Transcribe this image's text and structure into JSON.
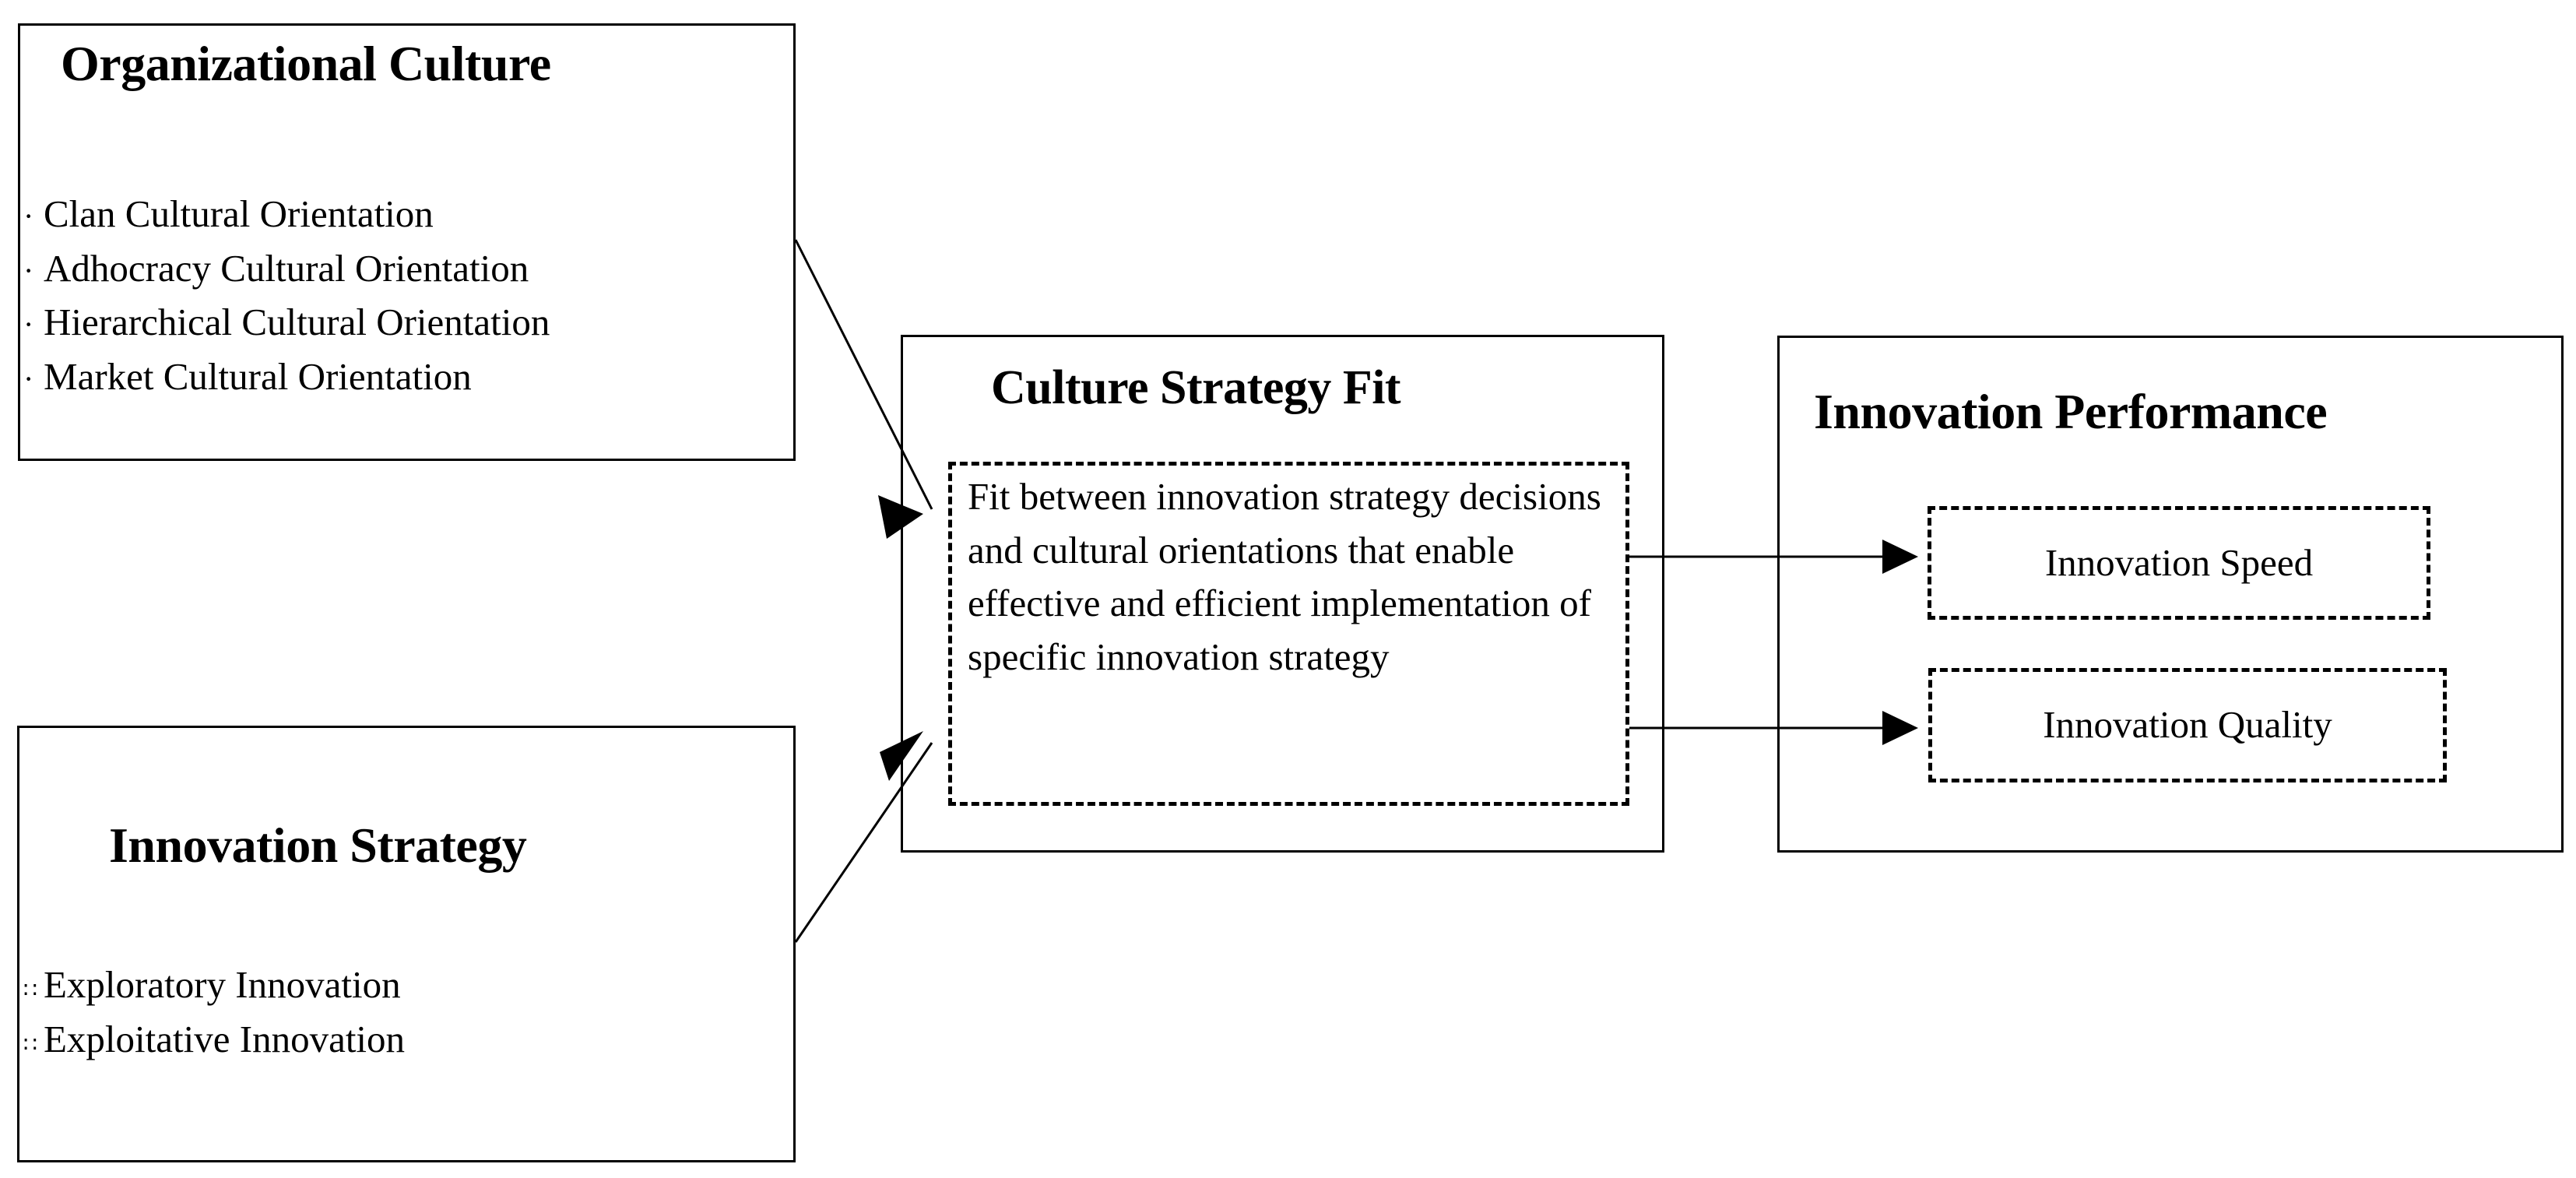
{
  "diagram": {
    "title_visible": false,
    "line_color": "#000000",
    "background": "#ffffff"
  },
  "nodes": {
    "organizational_culture": {
      "title": "Organizational Culture",
      "bullet_char": "·",
      "items": [
        "Clan Cultural Orientation",
        "Adhocracy Cultural Orientation",
        "Hierarchical Cultural Orientation",
        "Market Cultural Orientation"
      ]
    },
    "innovation_strategy": {
      "title": "Innovation Strategy",
      "bullet_char": "∷",
      "items": [
        "Exploratory Innovation",
        "Exploitative Innovation"
      ]
    },
    "culture_strategy_fit": {
      "title": "Culture Strategy Fit",
      "description": "Fit between innovation strategy decisions and cultural orientations that enable effective and efficient implementation of specific innovation strategy"
    },
    "innovation_performance": {
      "title": "Innovation Performance",
      "outcomes": [
        "Innovation Speed",
        "Innovation Quality"
      ]
    }
  },
  "connections": [
    {
      "from": "organizational_culture",
      "to": "culture_strategy_fit",
      "style": "arrow-diagonal-down"
    },
    {
      "from": "innovation_strategy",
      "to": "culture_strategy_fit",
      "style": "arrow-diagonal-up"
    },
    {
      "from": "culture_strategy_fit",
      "to": "innovation_speed",
      "style": "arrow-horizontal"
    },
    {
      "from": "culture_strategy_fit",
      "to": "innovation_quality",
      "style": "arrow-horizontal"
    }
  ]
}
